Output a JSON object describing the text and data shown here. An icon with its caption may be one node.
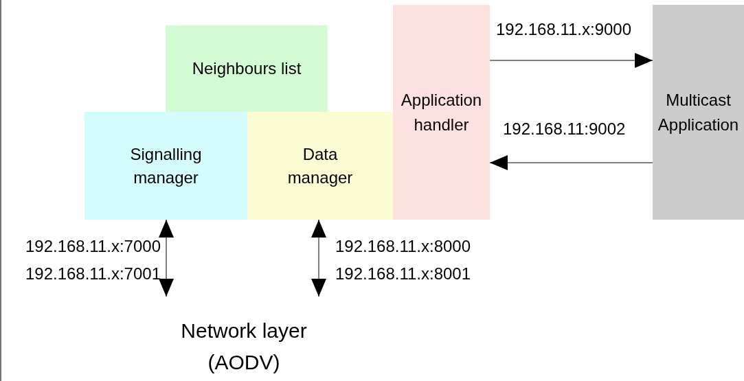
{
  "diagram": {
    "nodes": [
      {
        "text": [
          "Neighbours list"
        ]
      },
      {
        "text": [
          "Signalling manager"
        ]
      },
      {
        "text": [
          "Data manager"
        ]
      },
      {
        "text": [
          "Application handler"
        ]
      },
      {
        "text": [
          "Multicast Application"
        ]
      },
      {
        "text": [
          "Network layer (AODV)"
        ]
      }
    ],
    "edges": [
      {
        "from": 5,
        "to": 1,
        "arrow": "both",
        "label": "192.168.11.x:7000"
      },
      {
        "from": 5,
        "to": 2,
        "arrow": "both",
        "label": "192.168.11.x:8000"
      },
      {
        "from": 3,
        "to": 4,
        "arrow": "to",
        "label": "192.168.11.x:9000"
      },
      {
        "from": 4,
        "to": 3,
        "arrow": "to",
        "label": "192.168.11:9002"
      }
    ],
    "labels": [
      "192.168.11.x:7001",
      "192.168.11.x:8001"
    ]
  }
}
